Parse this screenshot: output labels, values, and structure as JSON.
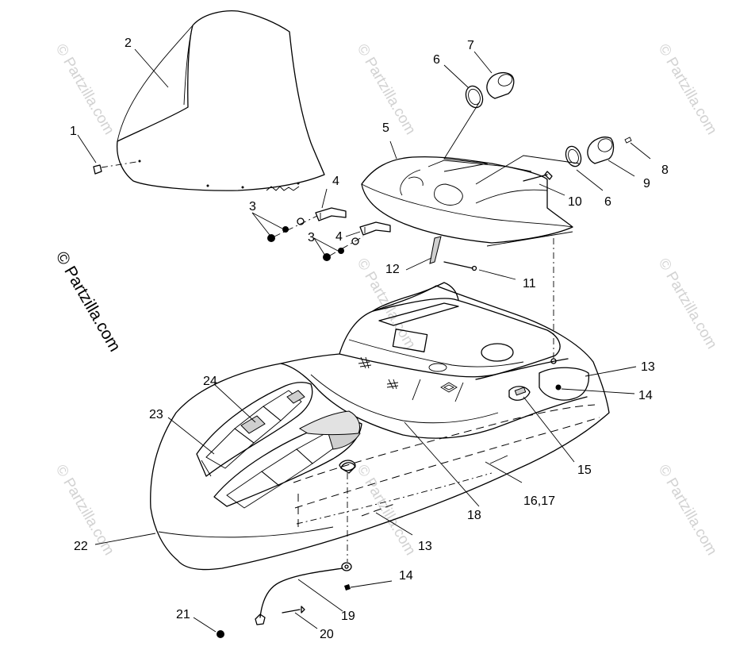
{
  "watermark": {
    "main_text": "© Partzilla.com",
    "repeat_text": "© Partzilla.com"
  },
  "callouts": {
    "c1": "1",
    "c2": "2",
    "c3a": "3",
    "c3b": "3",
    "c4a": "4",
    "c4b": "4",
    "c5": "5",
    "c6a": "6",
    "c6b": "6",
    "c7": "7",
    "c8": "8",
    "c9": "9",
    "c10": "10",
    "c11": "11",
    "c12": "12",
    "c13a": "13",
    "c13b": "13",
    "c14a": "14",
    "c14b": "14",
    "c15": "15",
    "c16_17": "16,17",
    "c18": "18",
    "c19": "19",
    "c20": "20",
    "c21": "21",
    "c22": "22",
    "c23": "23",
    "c24": "24"
  }
}
